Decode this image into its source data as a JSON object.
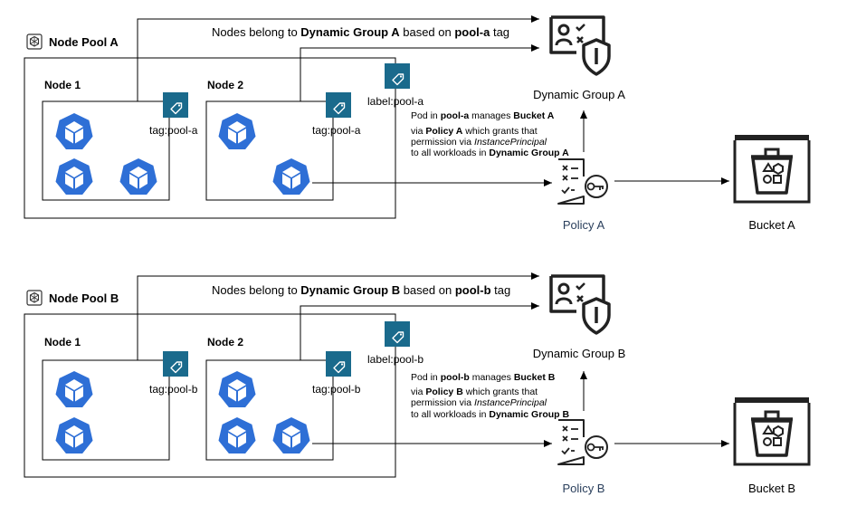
{
  "sections": [
    {
      "pool_label": "Node Pool A",
      "node1_label": "Node 1",
      "node2_label": "Node 2",
      "tag_prefix": "tag:",
      "tag_value": "pool-a",
      "label_prefix": "label:",
      "label_value": "pool-a",
      "group_line": {
        "pre": "Nodes belong to ",
        "group": "Dynamic Group A",
        "mid": " based on ",
        "tag": "pool-a",
        "post": " tag"
      },
      "note": {
        "l1_pre": "Pod in ",
        "l1_pool": "pool-a",
        "l1_mid": " manages ",
        "l1_bucket": "Bucket A",
        "l2_pre": "via ",
        "l2_policy": "Policy A",
        "l2_post": " which grants that",
        "l3_pre": "permission via ",
        "l3_principal": "InstancePrincipal",
        "l4_pre": "to all workloads in ",
        "l4_group": "Dynamic Group A"
      },
      "dynamic_group_label": "Dynamic Group A",
      "policy_label": "Policy A",
      "bucket_label": "Bucket A"
    },
    {
      "pool_label": "Node Pool B",
      "node1_label": "Node 1",
      "node2_label": "Node 2",
      "tag_prefix": "tag:",
      "tag_value": "pool-b",
      "label_prefix": "label:",
      "label_value": "pool-b",
      "group_line": {
        "pre": "Nodes belong to ",
        "group": "Dynamic Group B",
        "mid": " based on ",
        "tag": "pool-b",
        "post": " tag"
      },
      "note": {
        "l1_pre": "Pod in ",
        "l1_pool": "pool-b",
        "l1_mid": " manages ",
        "l1_bucket": "Bucket B",
        "l2_pre": "via ",
        "l2_policy": "Policy B",
        "l2_post": " which grants that",
        "l3_pre": "permission via ",
        "l3_principal": "InstancePrincipal",
        "l4_pre": "to all workloads in ",
        "l4_group": "Dynamic Group B"
      },
      "dynamic_group_label": "Dynamic Group B",
      "policy_label": "Policy B",
      "bucket_label": "Bucket B"
    }
  ],
  "icons": {
    "pool": "node-pool-icon",
    "pod": "kubernetes-pod-icon",
    "tag": "tag-icon",
    "dynamic_group": "dynamic-group-shield-icon",
    "policy": "policy-key-icon",
    "bucket": "storage-bucket-icon"
  },
  "colors": {
    "pod": "#2e6fd6",
    "tag": "#1a6a8c",
    "policy_label": "#2a3f5c",
    "line": "#000000"
  }
}
